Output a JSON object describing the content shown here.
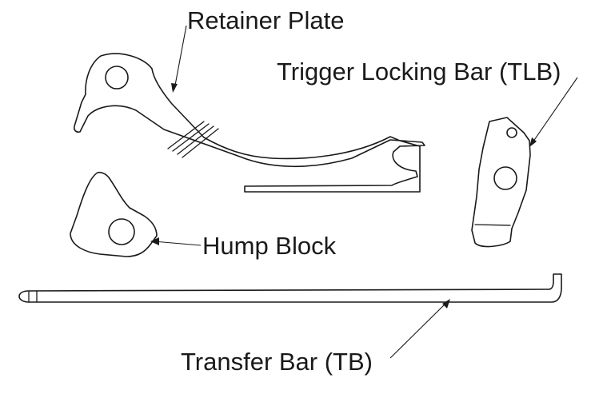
{
  "labels": {
    "retainer_plate": "Retainer Plate",
    "trigger_locking_bar": "Trigger Locking Bar (TLB)",
    "hump_block": "Hump Block",
    "transfer_bar": "Transfer Bar (TB)"
  },
  "colors": {
    "line": "#1a1a1a",
    "background": "#ffffff"
  }
}
